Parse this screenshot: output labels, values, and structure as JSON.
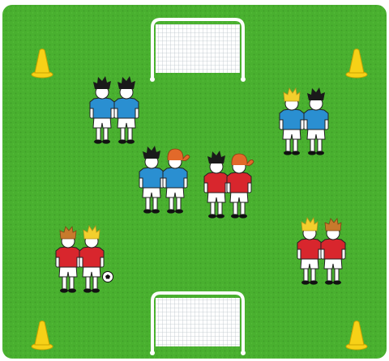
{
  "diagram": {
    "pitch_color": "#49b02f",
    "pitch_shade": "#3f9c28",
    "goal_color": "#ffffff",
    "cone_color": "#f7d117",
    "cone_outline": "#c9a200",
    "team_blue": {
      "shirt": "#2a8fd1",
      "shorts": "#ffffff"
    },
    "team_red": {
      "shirt": "#d8262d",
      "shorts": "#ffffff"
    },
    "skin_color": "#ffffff",
    "hair_colors": {
      "black": "#1a1a1a",
      "blonde": "#f3cf2d",
      "ginger": "#e2692a",
      "brown": "#c77a2c"
    },
    "goals": [
      {
        "name": "top-goal"
      },
      {
        "name": "bottom-goal"
      }
    ],
    "cones": [
      {
        "name": "cone-top-left"
      },
      {
        "name": "cone-top-right"
      },
      {
        "name": "cone-bottom-left"
      },
      {
        "name": "cone-bottom-right"
      }
    ],
    "player_groups": [
      {
        "name": "blue-pair-top-left",
        "team": "blue",
        "hair": [
          "black",
          "black"
        ]
      },
      {
        "name": "blue-pair-top-right",
        "team": "blue",
        "hair": [
          "blonde",
          "black"
        ]
      },
      {
        "name": "blue-pair-center",
        "team": "blue",
        "hair": [
          "black",
          "ginger"
        ]
      },
      {
        "name": "red-pair-center",
        "team": "red",
        "hair": [
          "black",
          "ginger"
        ]
      },
      {
        "name": "red-pair-bottom-left",
        "team": "red",
        "hair": [
          "brown",
          "blonde"
        ]
      },
      {
        "name": "red-pair-bottom-right",
        "team": "red",
        "hair": [
          "blonde",
          "brown"
        ]
      }
    ],
    "ball": {
      "name": "soccer-ball"
    }
  }
}
